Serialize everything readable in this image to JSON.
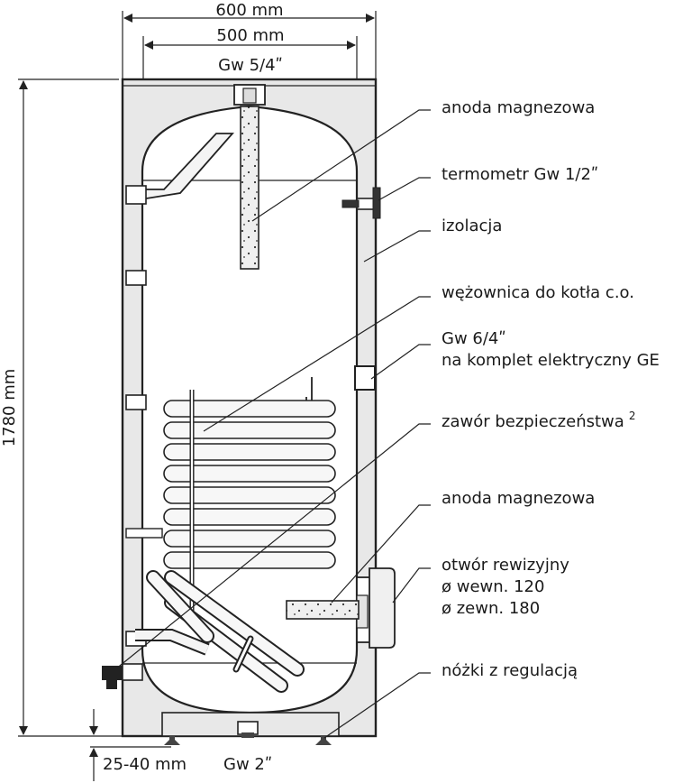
{
  "dimensions": {
    "outer_width": "600 mm",
    "inner_width": "500 mm",
    "top_connection": "Gw 5/4ʺ",
    "height": "1780 mm",
    "feet_adjust": "25-40 mm",
    "bottom_connection": "Gw 2ʺ"
  },
  "labels": [
    {
      "id": "anode-top",
      "lines": [
        "anoda magnezowa"
      ]
    },
    {
      "id": "thermometer",
      "lines": [
        "termometr Gw 1/2ʺ"
      ]
    },
    {
      "id": "insulation",
      "lines": [
        "izolacja"
      ]
    },
    {
      "id": "coil",
      "lines": [
        "wężownica do kotła c.o."
      ]
    },
    {
      "id": "heater-port",
      "lines": [
        "Gw 6/4ʺ",
        "na komplet elektryczny GE"
      ]
    },
    {
      "id": "safety-valve",
      "lines": [
        "zawór bezpieczeństwa",
        "2"
      ]
    },
    {
      "id": "anode-bottom",
      "lines": [
        "anoda magnezowa"
      ]
    },
    {
      "id": "inspection",
      "lines": [
        "otwór rewizyjny",
        "ø wewn. 120",
        "ø zewn. 180"
      ]
    },
    {
      "id": "feet",
      "lines": [
        "nóżki z regulacją"
      ]
    }
  ],
  "colors": {
    "insulation": "#e8e8e8",
    "line": "#222222",
    "tank": "#ffffff",
    "anode": "#ececec"
  }
}
